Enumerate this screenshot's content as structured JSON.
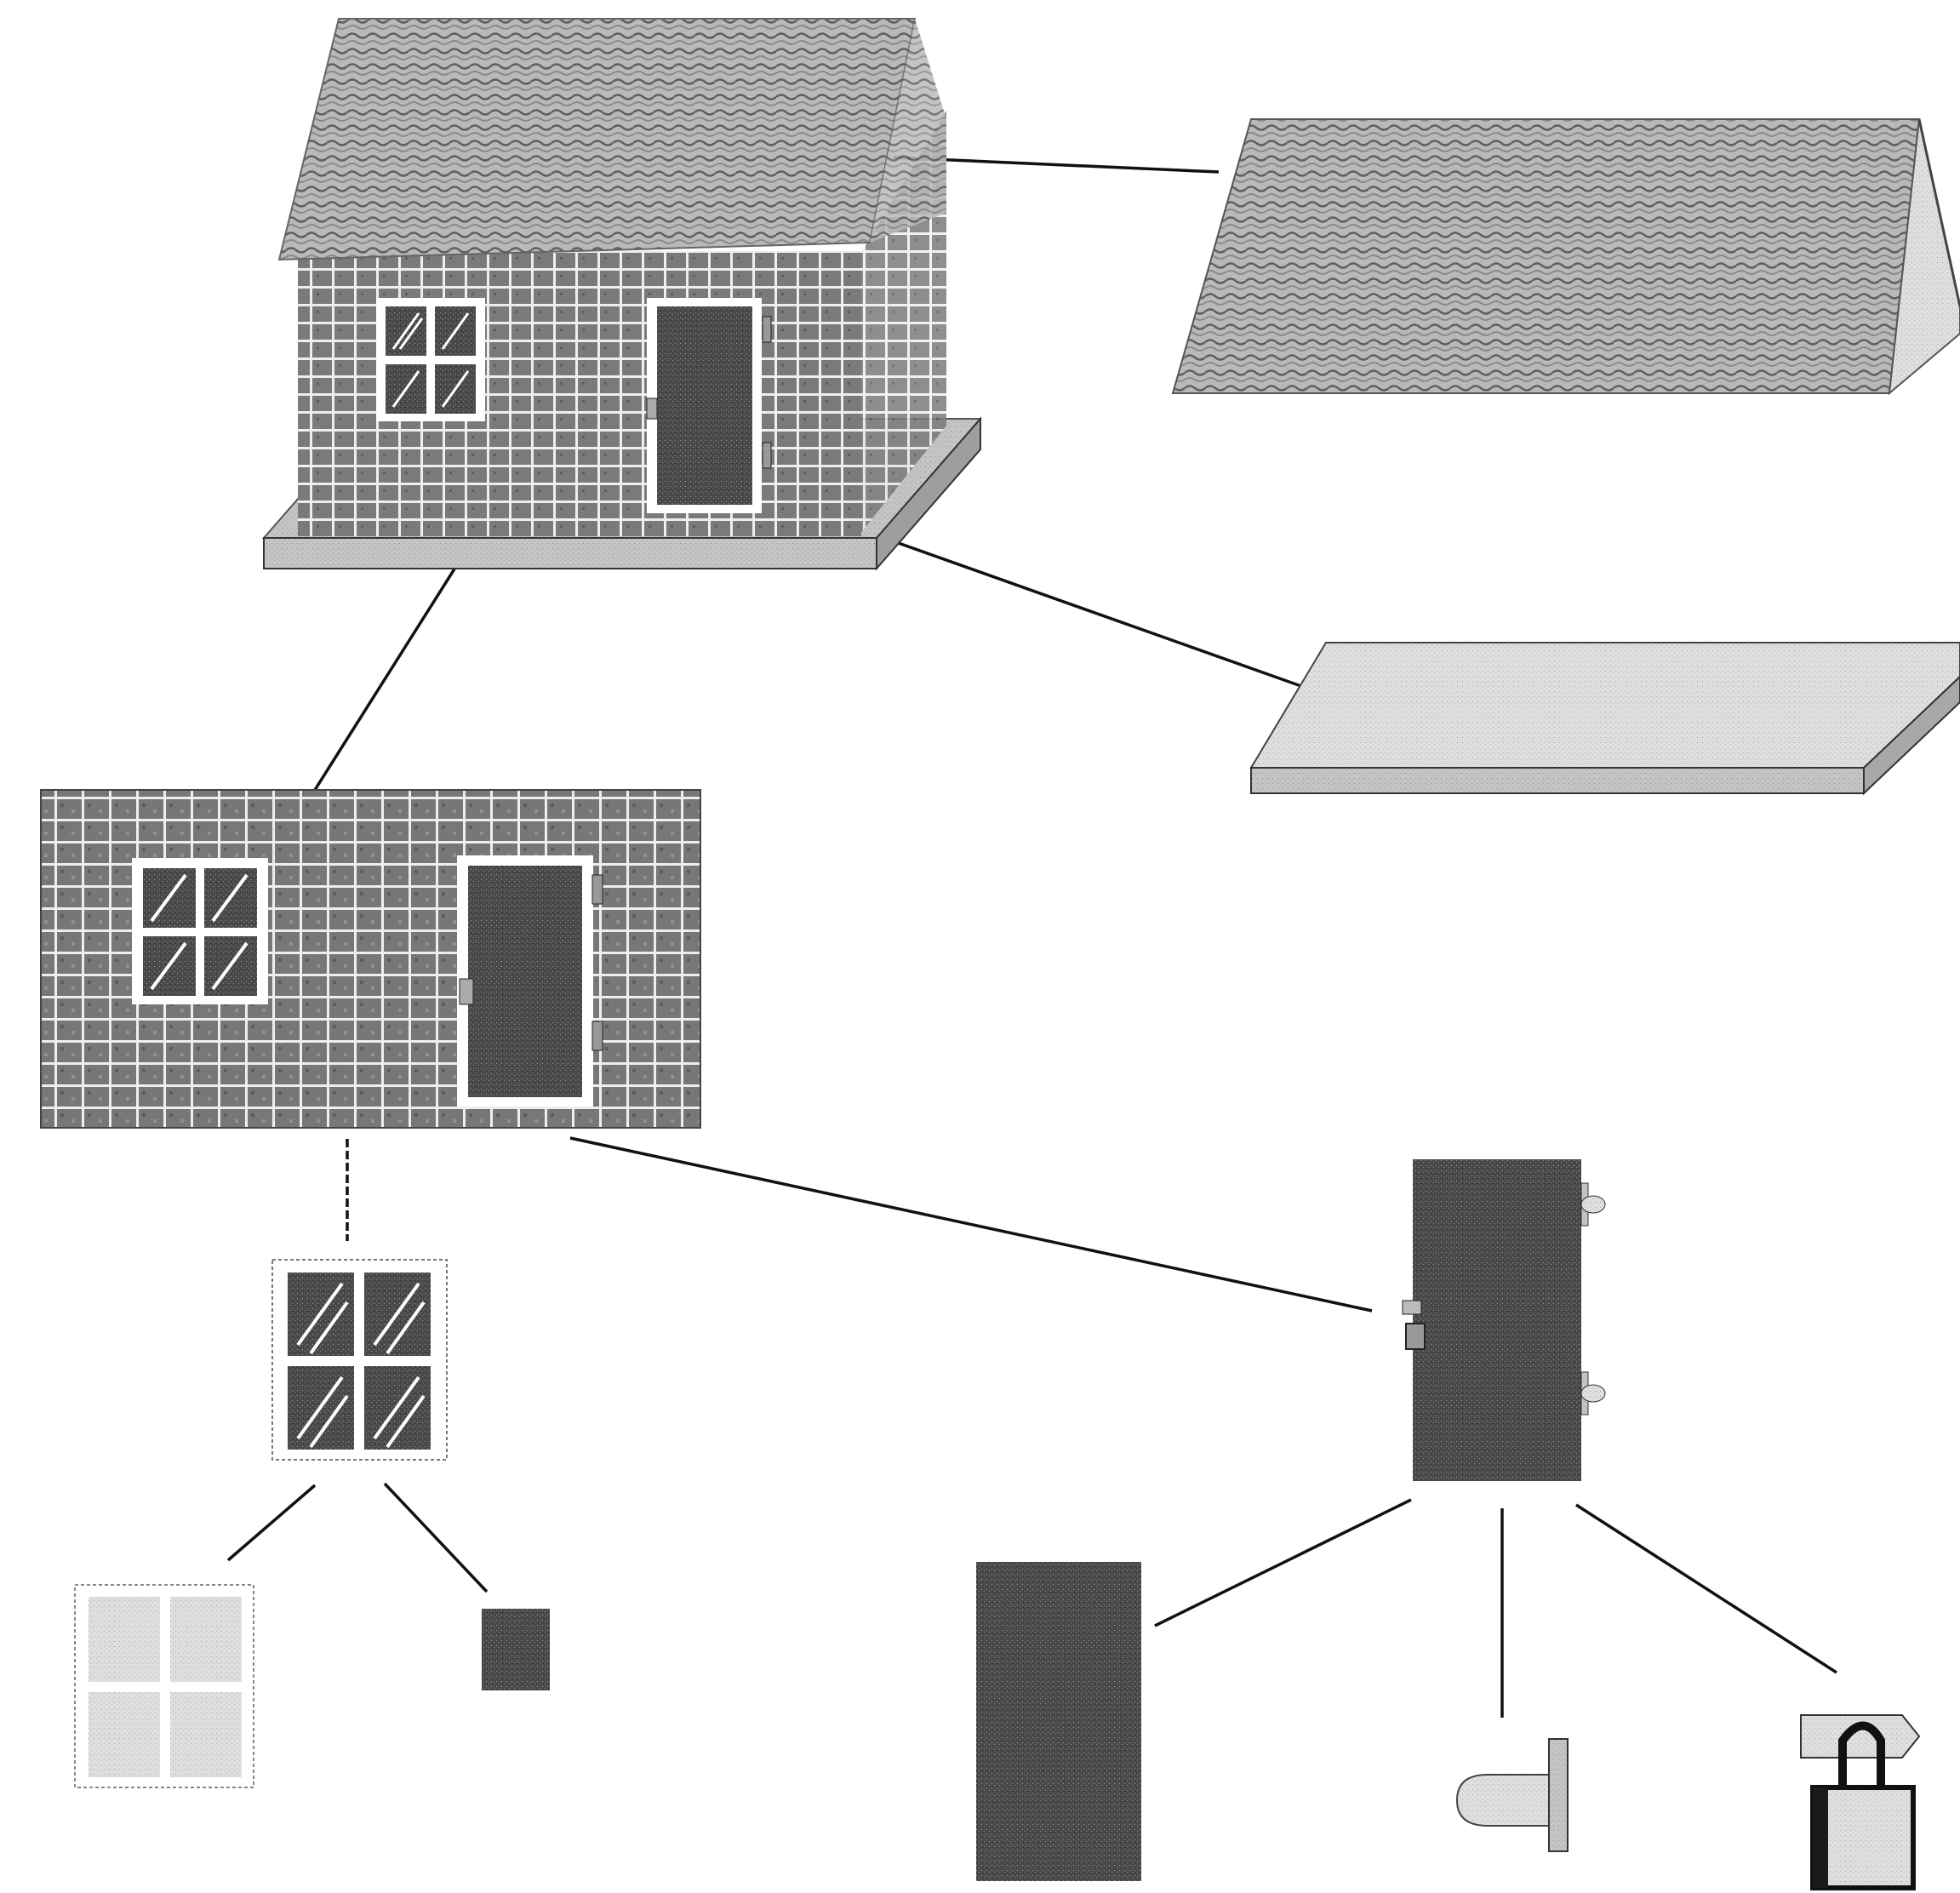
{
  "diagram": {
    "kind": "part-whole decomposition (illustration only, no printed text)",
    "root": {
      "name": "house",
      "parts": [
        {
          "name": "roof"
        },
        {
          "name": "floor-slab"
        },
        {
          "name": "front-wall",
          "parts": [
            {
              "name": "window",
              "parts": [
                {
                  "name": "window-frame"
                },
                {
                  "name": "window-pane"
                }
              ]
            },
            {
              "name": "door",
              "parts": [
                {
                  "name": "door-leaf"
                },
                {
                  "name": "door-hinge"
                },
                {
                  "name": "padlock"
                }
              ]
            }
          ]
        }
      ]
    }
  },
  "colors": {
    "background": "#ffffff",
    "line": "#111111",
    "roof": "#b5b5b5",
    "roof_stripe": "#6a6a6a",
    "wall": "#7c7c7c",
    "wall_grid": "#ededed",
    "door": "#4d4d4d",
    "pane": "#3a3a3a",
    "slab": "#c6c6c6",
    "frame": "#ffffff",
    "light_frame": "#dcdcdc",
    "metal": "#a8a8a8"
  },
  "icons": [
    "house-icon",
    "roof-icon",
    "floor-slab-icon",
    "front-wall-icon",
    "window-icon",
    "window-frame-icon",
    "window-pane-icon",
    "door-icon",
    "door-leaf-icon",
    "door-hinge-icon",
    "padlock-icon"
  ]
}
